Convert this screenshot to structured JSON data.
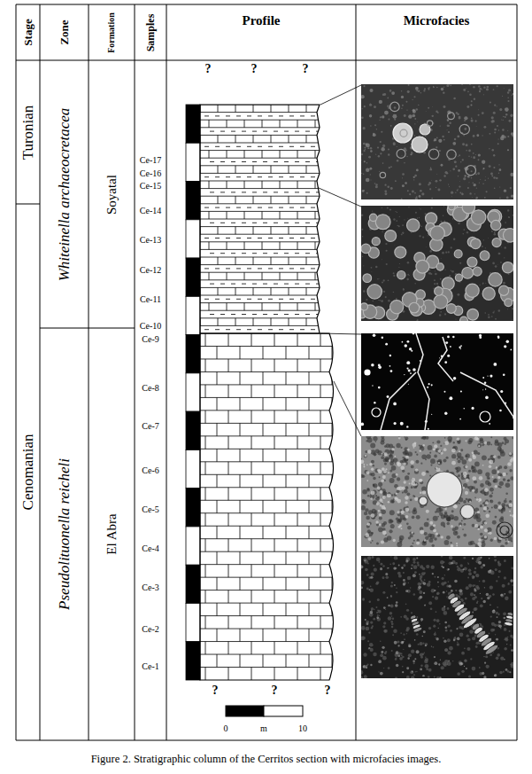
{
  "diagram": {
    "caption": "Figure 2. Stratigraphic column of the Cerritos section with microfacies images.",
    "nodes": [
      {
        "text": [
          "Stage"
        ]
      },
      {
        "text": [
          "Zone"
        ]
      },
      {
        "text": [
          "Formation"
        ]
      },
      {
        "text": [
          "Samples"
        ]
      },
      {
        "text": [
          "Profile"
        ]
      },
      {
        "text": [
          "Microfacies"
        ]
      },
      {
        "text": [
          "Turonian"
        ]
      },
      {
        "text": [
          "Cenomanian"
        ]
      },
      {
        "text": [
          "Whiteinella archaeocretacea"
        ]
      },
      {
        "text": [
          "Pseudolituonella reicheli"
        ]
      },
      {
        "text": [
          "Soyatal"
        ]
      },
      {
        "text": [
          "El Abra"
        ]
      }
    ],
    "labels": [
      "?",
      "?",
      "?",
      "Ce-17",
      "Ce-16",
      "Ce-15",
      "Ce-14",
      "Ce-13",
      "Ce-12",
      "Ce-11",
      "Ce-10",
      "Ce-9",
      "Ce-8",
      "Ce-7",
      "Ce-6",
      "Ce-5",
      "Ce-4",
      "Ce-3",
      "Ce-2",
      "Ce-1",
      "?",
      "?",
      "?",
      "0",
      "m",
      "10"
    ]
  }
}
